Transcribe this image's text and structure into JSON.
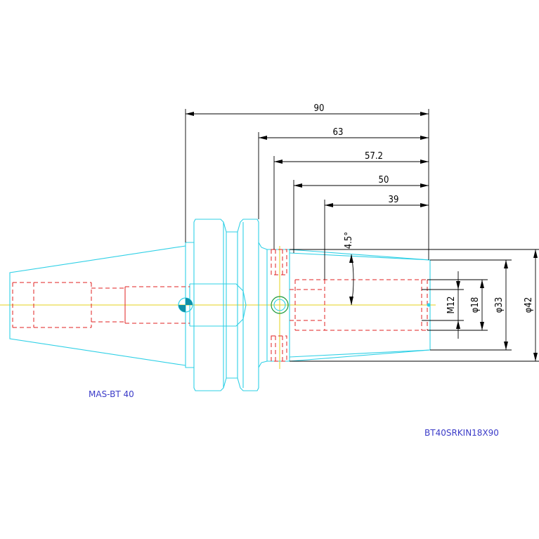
{
  "dimensions": {
    "d90": "90",
    "d63": "63",
    "d57": "57.2",
    "d50": "50",
    "d39": "39",
    "angle": "4.5°",
    "m12": "M12",
    "phi18": "φ18",
    "phi33": "φ33",
    "phi42": "φ42"
  },
  "labels": {
    "standard": "MAS-BT 40",
    "part_number": "BT40SRKIN18X90"
  },
  "colors": {
    "outline": "#2fd0e6",
    "hidden": "#e02020",
    "dimension": "#000000",
    "centerline": "#e6d21e",
    "label": "#3b3bc8"
  }
}
